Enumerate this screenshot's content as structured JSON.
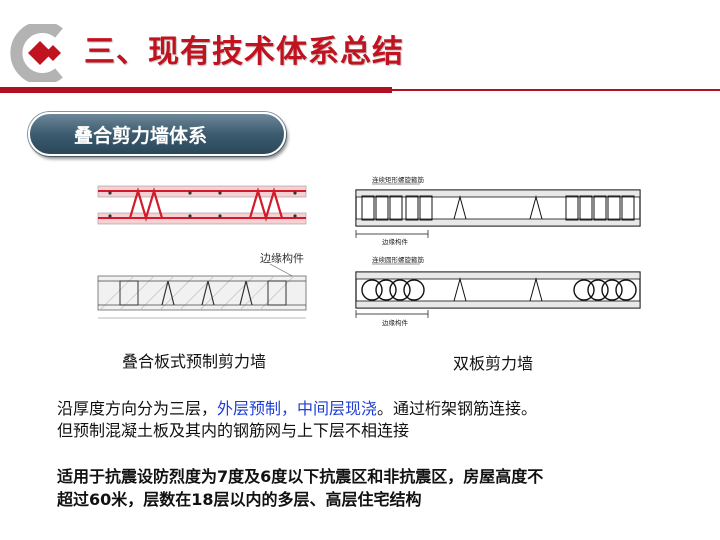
{
  "header": {
    "title": "三、现有技术体系总结"
  },
  "section_label": "叠合剪力墙体系",
  "figure_left": {
    "annotation": "边缘构件",
    "caption": "叠合板式预制剪力墙"
  },
  "figure_right": {
    "top_label": "连续矩形螺旋箍筋",
    "top_dim_label": "边缘构件",
    "bottom_label": "连续圆形螺旋箍筋",
    "bottom_dim_label": "边缘构件",
    "caption": "双板剪力墙"
  },
  "body": {
    "line1_a": "沿厚度方向分为三层，",
    "line1_b": "外层预制，中间层现浇",
    "line1_c": "。通过桁架钢筋连接。",
    "line2": "但预制混凝土板及其内的钢筋网与上下层不相连接",
    "line3": "适用于抗震设防烈度为7度及6度以下抗震区和非抗震区，房屋高度不",
    "line4": "超过60米，层数在18层以内的多层、高层住宅结构"
  },
  "colors": {
    "title": "#c1121f",
    "accent_rule": "#b01020",
    "highlight": "#1f3fd6",
    "pill": "#3d5c70"
  }
}
